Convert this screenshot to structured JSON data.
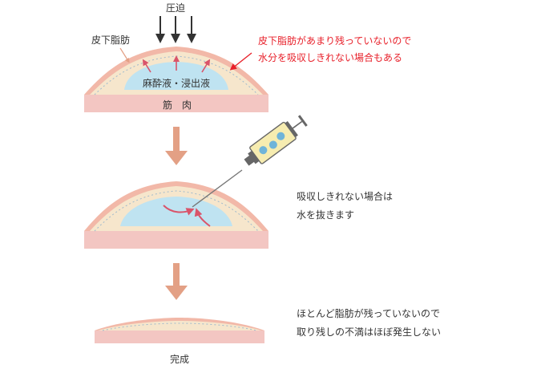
{
  "labels": {
    "pressure": "圧迫",
    "subcutaneous_fat": "皮下脂肪",
    "fluid": "麻酔液・浸出液",
    "muscle": "筋　肉",
    "complete": "完成"
  },
  "notes": {
    "red_line1": "皮下脂肪があまり残っていないので",
    "red_line2": "水分を吸収しきれない場合もある",
    "step2_line1": "吸収しきれない場合は",
    "step2_line2": "水を抜きます",
    "step3_line1": "ほとんど脂肪が残っていないので",
    "step3_line2": "取り残しの不満はほぼ発生しない"
  },
  "colors": {
    "red": "#e8202a",
    "skin_pink": "#f2b8a8",
    "fat_cream": "#f6e6cc",
    "fluid_blue": "#bfe3f1",
    "muscle_pink": "#f3c6c2",
    "flow_arrow": "#d9546a",
    "step_arrow": "#e3a085",
    "pressure_arrow": "#333333"
  }
}
